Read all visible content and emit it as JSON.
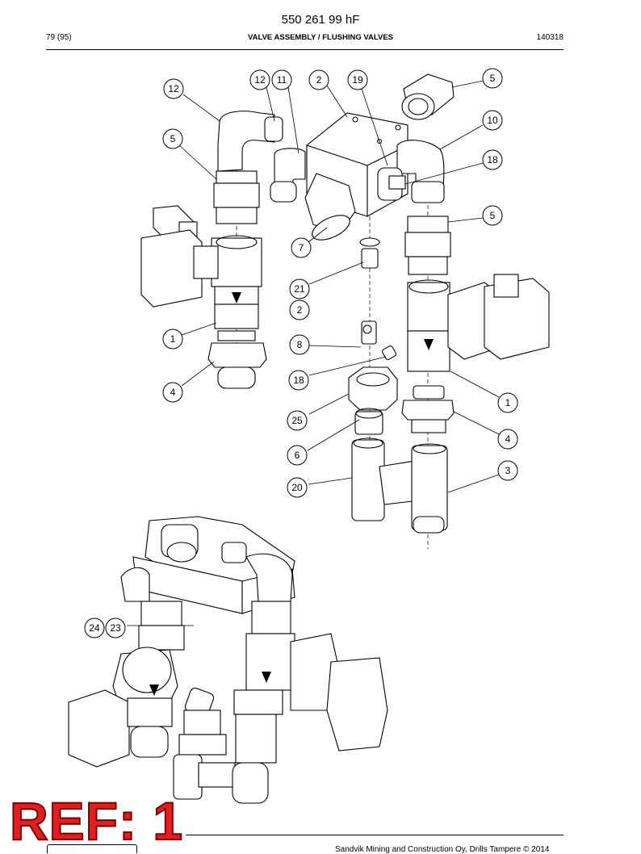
{
  "header": {
    "doc_number": "550 261 99 hF",
    "page": "79 (95)",
    "section_title": "VALVE ASSEMBLY / FLUSHING VALVES",
    "date_code": "140318"
  },
  "callouts": [
    "12",
    "11",
    "2",
    "19",
    "5",
    "12",
    "10",
    "5",
    "18",
    "5",
    "7",
    "21",
    "2",
    "1",
    "8",
    "18",
    "4",
    "25",
    "1",
    "6",
    "4",
    "3",
    "20",
    "24",
    "23"
  ],
  "stamp": {
    "text": "REF: 1",
    "color": "#e02020"
  },
  "footer": {
    "text": "Sandvik Mining and Construction Oy, Drills Tampere © 2014"
  }
}
